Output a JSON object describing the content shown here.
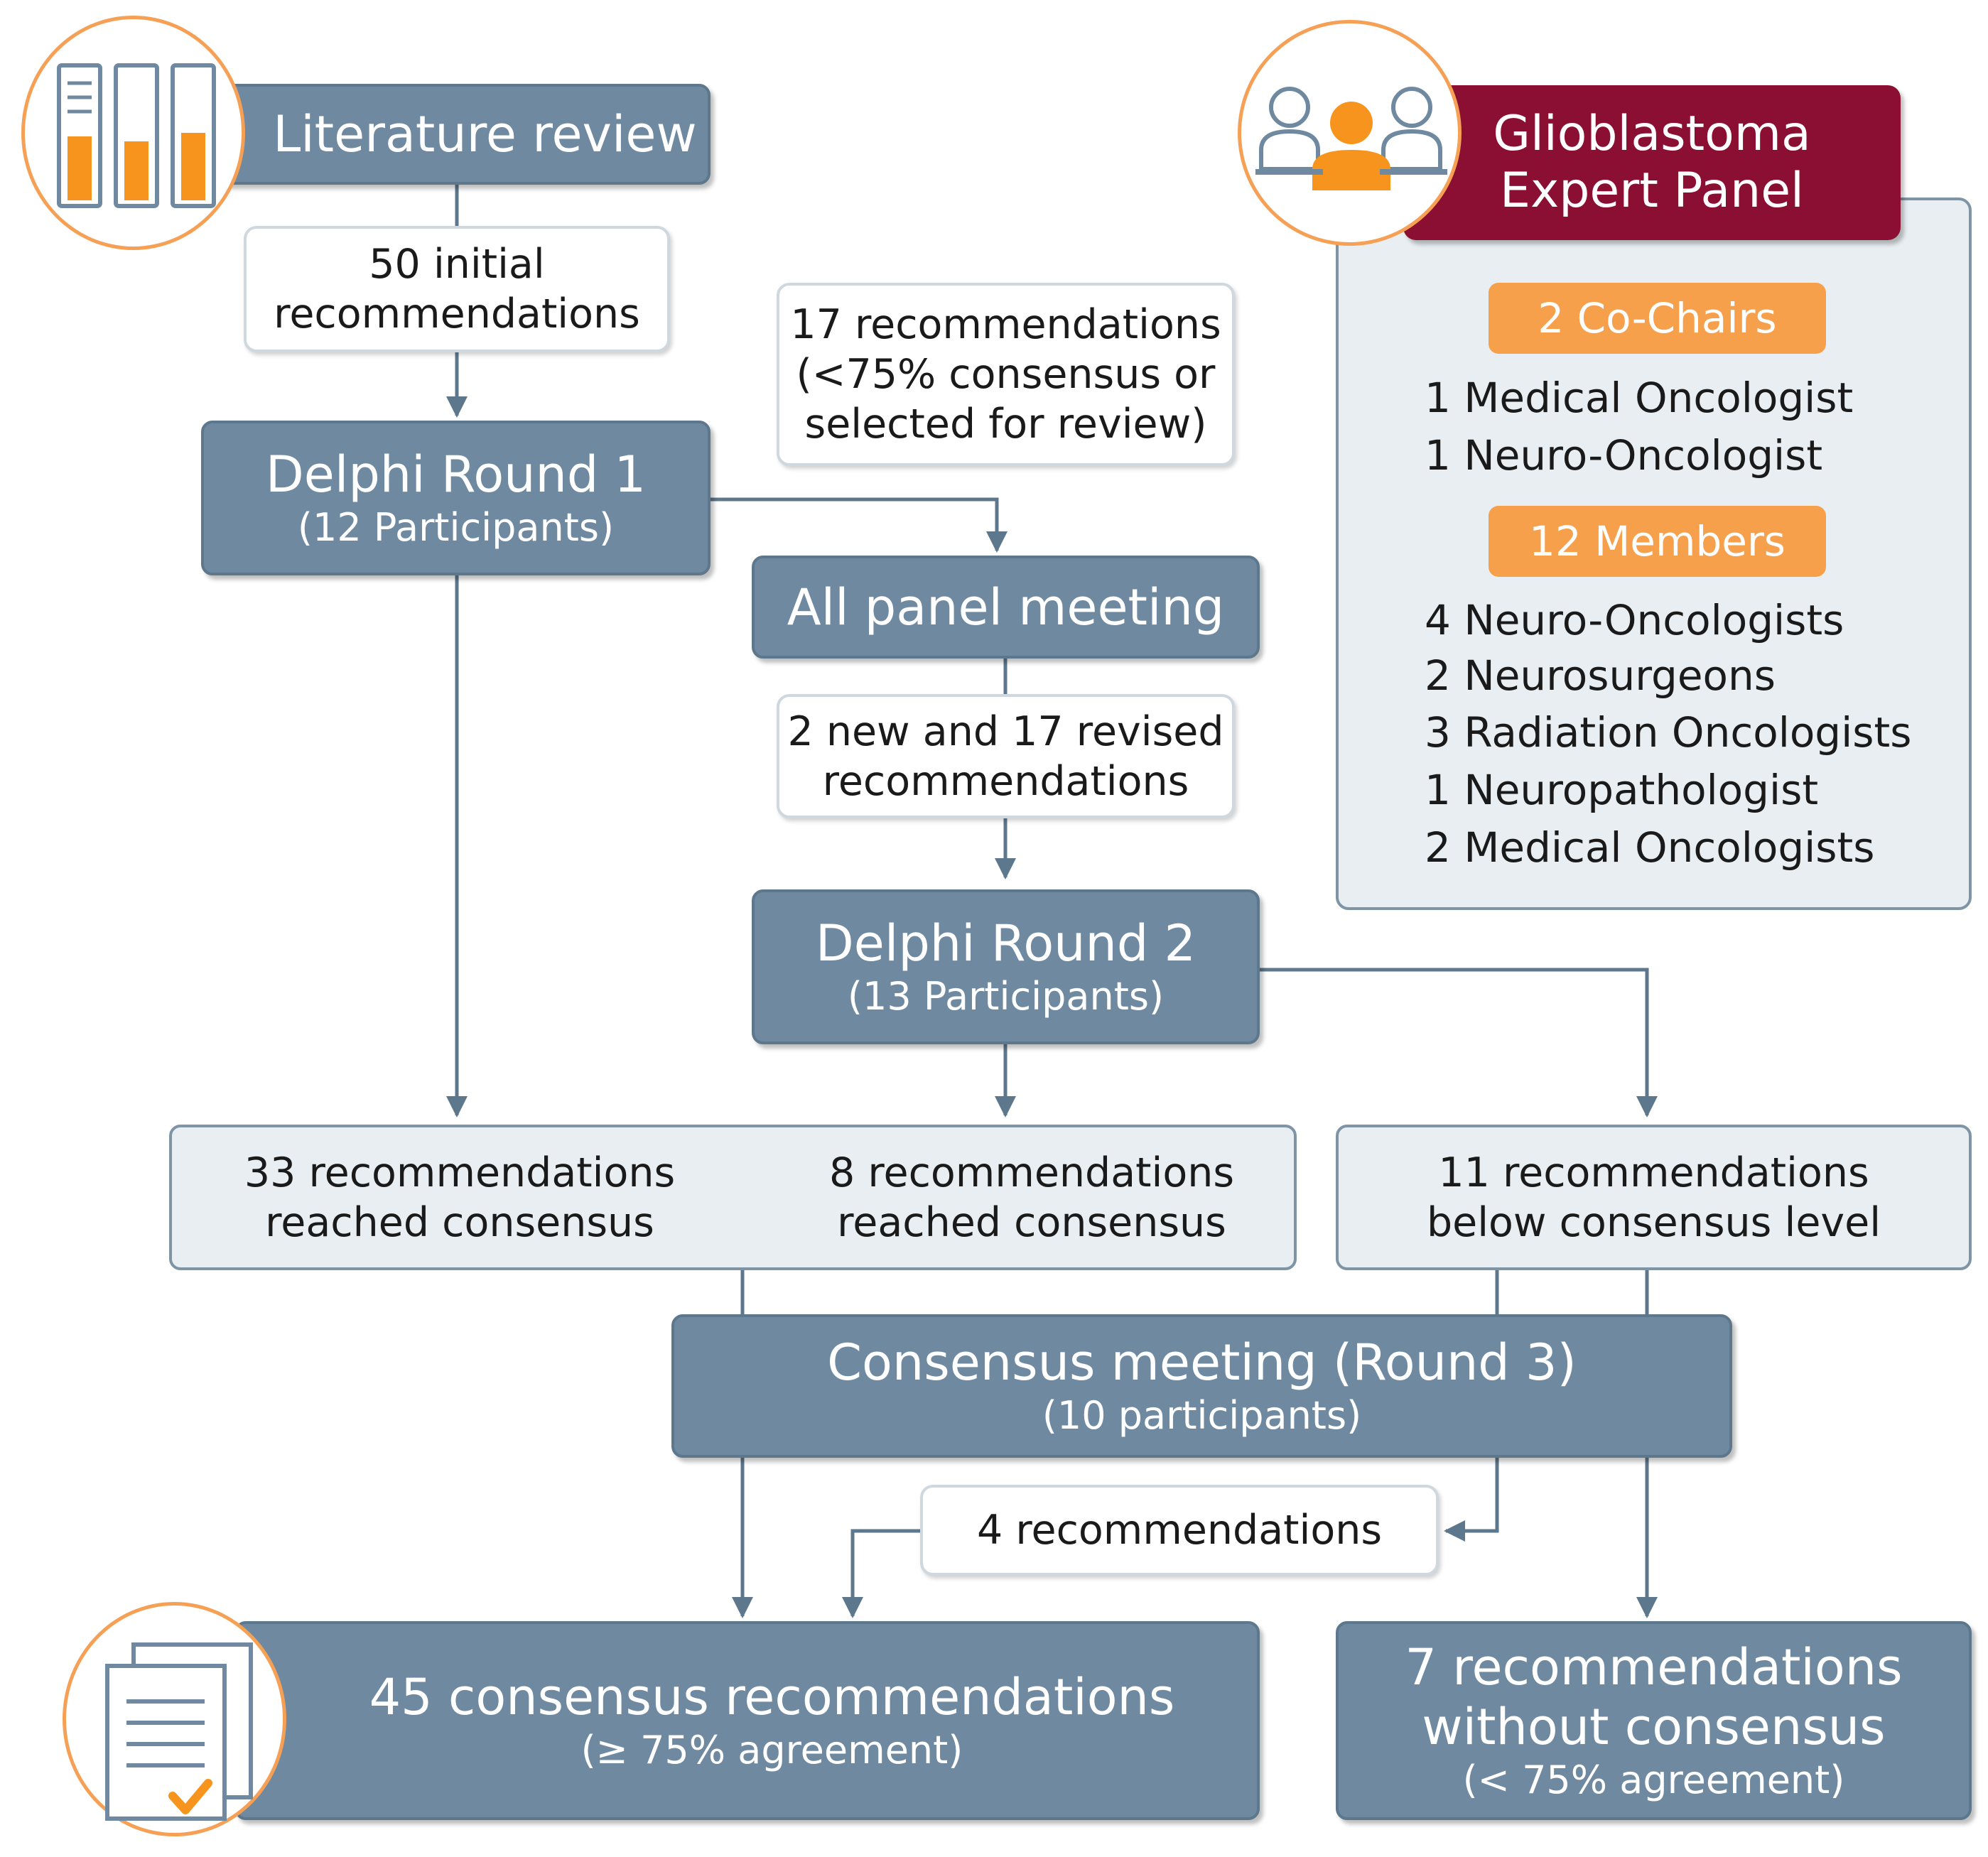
{
  "literature_review": {
    "label": "Literature review"
  },
  "initial_recs": {
    "line1": "50 initial",
    "line2": "recommendations"
  },
  "round1": {
    "title": "Delphi Round 1",
    "participants": "(12 Participants)"
  },
  "selected_recs": {
    "line1": "17 recommendations",
    "line2": "(<75% consensus or",
    "line3": "selected for review)"
  },
  "panel_meeting": {
    "label": "All panel meeting"
  },
  "revised_recs": {
    "line1": "2 new and 17 revised",
    "line2": "recommendations"
  },
  "round2": {
    "title": "Delphi Round 2",
    "participants": "(13 Participants)"
  },
  "consensus_results": {
    "round1_line1": "33 recommendations",
    "round1_line2": "reached consensus",
    "round2_line1": "8 recommendations",
    "round2_line2": "reached consensus"
  },
  "below_consensus": {
    "line1": "11 recommendations",
    "line2": "below consensus level"
  },
  "round3": {
    "title": "Consensus meeting (Round 3)",
    "participants": "(10 participants)"
  },
  "four_recs": {
    "label": "4 recommendations"
  },
  "final_consensus": {
    "title": "45 consensus recommendations",
    "sub": "(≥ 75% agreement)"
  },
  "without_consensus": {
    "line1": "7 recommendations",
    "line2": "without consensus",
    "line3": "(< 75% agreement)"
  },
  "expert_panel": {
    "title_line1": "Glioblastoma",
    "title_line2": "Expert Panel",
    "cochairs_label": "2 Co-Chairs",
    "cochairs": [
      "1 Medical Oncologist",
      "1 Neuro-Oncologist"
    ],
    "members_label": "12 Members",
    "members": [
      "4 Neuro-Oncologists",
      "2 Neurosurgeons",
      "3 Radiation Oncologists",
      "1 Neuropathologist",
      "2 Medical Oncologists"
    ]
  },
  "colors": {
    "dark_box": "#6f8aa0",
    "panel_red": "#8b0f32",
    "orange": "#f7a04c",
    "light_box": "#e8eef1"
  },
  "icons": [
    "bar-chart-icon",
    "people-icon",
    "document-check-icon"
  ]
}
